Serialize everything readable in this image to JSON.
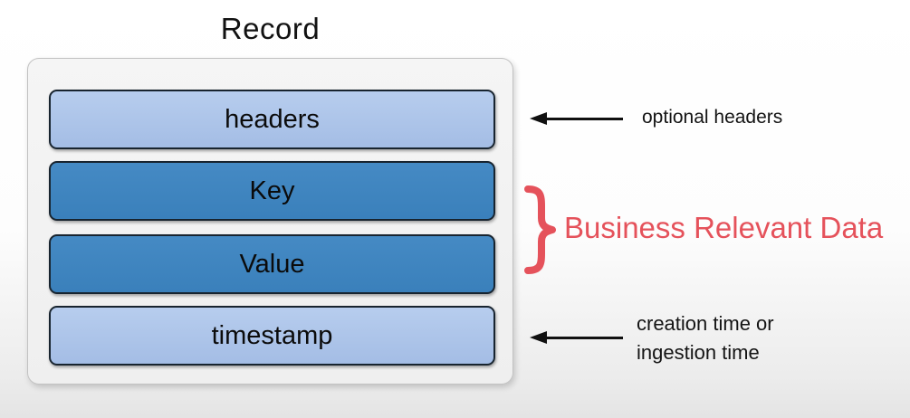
{
  "diagram": {
    "title": "Record",
    "fields": [
      {
        "label": "headers",
        "tone": "light"
      },
      {
        "label": "Key",
        "tone": "dark"
      },
      {
        "label": "Value",
        "tone": "dark"
      },
      {
        "label": "timestamp",
        "tone": "light"
      }
    ],
    "annotations": {
      "optional_headers": "optional headers",
      "business_relevant": "Business Relevant Data",
      "timestamp_line1": "creation time or",
      "timestamp_line2": "ingestion time"
    },
    "icons": [
      "arrow-left-icon",
      "arrow-left-icon",
      "curly-brace-icon"
    ]
  },
  "colors": {
    "light_blue_field": "#a9c2e7",
    "dark_blue_field": "#3e86c1",
    "field_border": "#18242f",
    "container_bg": "#f1f1f1",
    "accent_red": "#e5525b",
    "text": "#121212"
  }
}
